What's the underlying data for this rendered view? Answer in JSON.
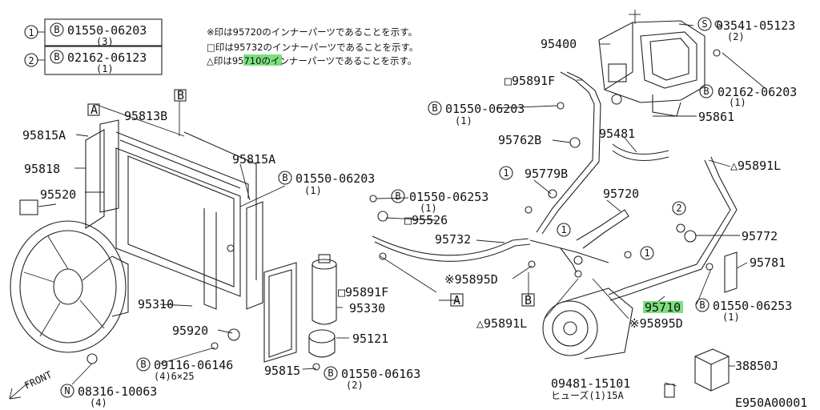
{
  "legend": {
    "item1": {
      "num": "1",
      "bolt": "B",
      "code": "01550-06203",
      "qty": "(3)"
    },
    "item2": {
      "num": "2",
      "bolt": "B",
      "code": "02162-06123",
      "qty": "(1)"
    }
  },
  "notes": {
    "line1": "※印は95720のインナーパーツであることを示す。",
    "line2": "□印は95732のインナーパーツであることを示す。",
    "line3_pre": "△印は",
    "line3_hl": "95710",
    "line3_post": "のインナーパーツであることを示す。"
  },
  "parts": {
    "p95400": "95400",
    "p03541": "03541-05123",
    "p03541_qty": "(2)",
    "p95891F_top": "□95891F",
    "p02162": "02162-06203",
    "p02162_qty": "(1)",
    "p95861": "95861",
    "p01550_mid": "01550-06203",
    "p01550_mid_qty": "(1)",
    "p95762B": "95762B",
    "p95481": "95481",
    "p95891L_r": "△95891L",
    "p95779B": "95779B",
    "p95720": "95720",
    "p01550_6253a": "01550-06253",
    "p01550_6253a_qty": "(1)",
    "p95526": "□95526",
    "p95732": "95732",
    "p95772": "95772",
    "p95781": "95781",
    "p95891F_low": "□95891F",
    "p95895D_a": "※95895D",
    "p95710": "95710",
    "p95895D_b": "※95895D",
    "p01550_6253b": "01550-06253",
    "p01550_6253b_qty": "(1)",
    "p95891L_low": "△95891L",
    "p95815A_l": "95815A",
    "p95818": "95818",
    "p95520": "95520",
    "p95813B": "95813B",
    "p95815A_r": "95815A",
    "p01550_top": "01550-06203",
    "p01550_top_qty": "(1)",
    "p95310": "95310",
    "p95330": "95330",
    "p95920": "95920",
    "p95121": "95121",
    "p09116": "09116-06146",
    "p09116_qty": "(4)6×25",
    "p95815": "95815",
    "p01550_6163": "01550-06163",
    "p01550_6163_qty": "(2)",
    "p08316": "08316-10063",
    "p08316_qty": "(4)",
    "p09481": "09481-15101",
    "p09481_desc": "ヒューズ(1)15A",
    "p38850J": "38850J",
    "front": "FRONT",
    "refA": "A",
    "refB": "B",
    "refA_low": "A",
    "refB_low": "B",
    "sym_B": "B",
    "sym_S": "S",
    "sym_N": "N",
    "circ1": "1",
    "circ2": "2",
    "drawing_no": "E950A00001"
  }
}
